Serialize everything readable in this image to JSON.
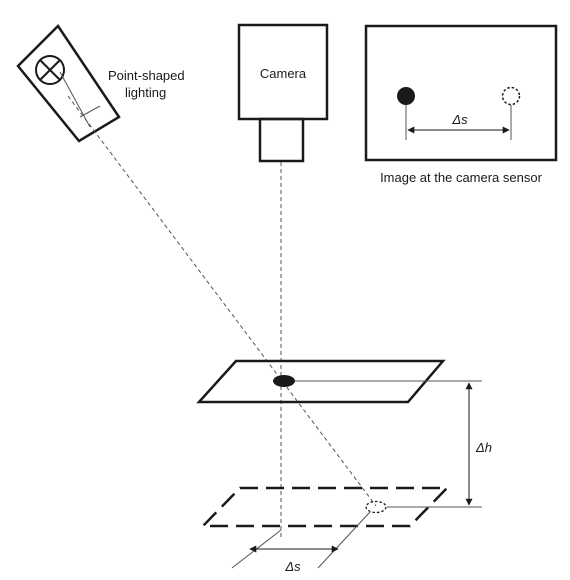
{
  "labels": {
    "lighting_line1": "Point-shaped",
    "lighting_line2": "lighting",
    "camera": "Camera",
    "sensor_caption": "Image at the camera sensor",
    "delta_s_sensor": "Δs",
    "delta_h": "Δh",
    "delta_s_bottom": "Δs"
  },
  "colors": {
    "stroke": "#1a1a1a",
    "thin_stroke": "#555555",
    "background": "#ffffff"
  }
}
